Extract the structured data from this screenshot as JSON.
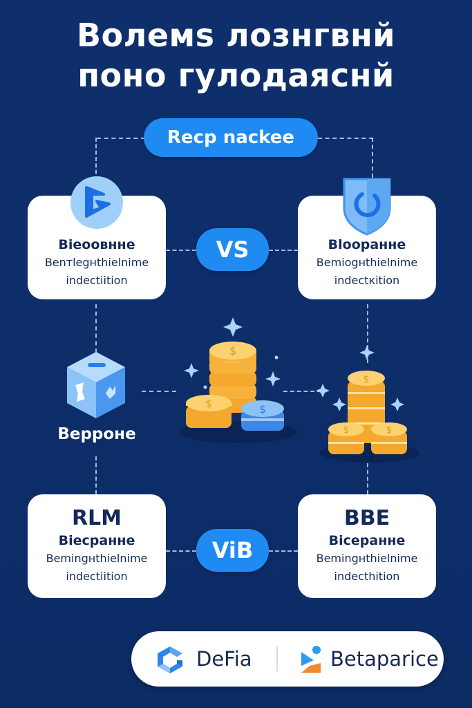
{
  "title": {
    "line1": "Волемs лознгвнй",
    "line2": "поно гулодаяснй"
  },
  "top_pill": {
    "label": "Recp nackee"
  },
  "compare_pills": {
    "top": "VS",
    "bottom": "ViB"
  },
  "cards": [
    {
      "id": "top-left",
      "icon": "play-logo-icon",
      "heading": "Bieoовнне",
      "line1": "Benтlegнthielnime",
      "line2": "indectiitiоn"
    },
    {
      "id": "top-right",
      "icon": "shield-refresh-icon",
      "heading": "Bloopaнне",
      "line1": "Bemiogнthielnime",
      "line2": "indectкition"
    },
    {
      "id": "bottom-left",
      "badge": "RLM",
      "heading": "Bieсрaнне",
      "line1": "Bemingнthielnime",
      "line2": "indectiition"
    },
    {
      "id": "bottom-right",
      "badge": "BBE",
      "heading": "Biсepaнне",
      "line1": "Bemingнthielnime",
      "line2": "indecthition"
    }
  ],
  "middle": {
    "wallet_label": "Bepроне",
    "wallet_icon": "box-wallet-icon",
    "coin_stack_left_icon": "coin-stack-icon",
    "coin_stack_right_icon": "coin-stack-icon",
    "sparkle_icon": "sparkle-icon"
  },
  "footer": {
    "brand_left": "DeFia",
    "brand_right": "Betaparice"
  },
  "colors": {
    "background": "#0e2f6c",
    "accent": "#1f8bf2",
    "card_text": "#14295a",
    "coin_gold": "#f6b23b",
    "coin_blue": "#4c9bf0",
    "sparkle": "#a8d4ff"
  }
}
